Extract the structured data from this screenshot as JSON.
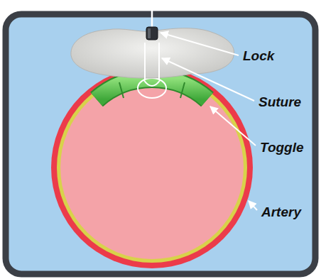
{
  "diagram": {
    "labels": [
      "Lock",
      "Suture",
      "Toggle",
      "Artery"
    ]
  }
}
